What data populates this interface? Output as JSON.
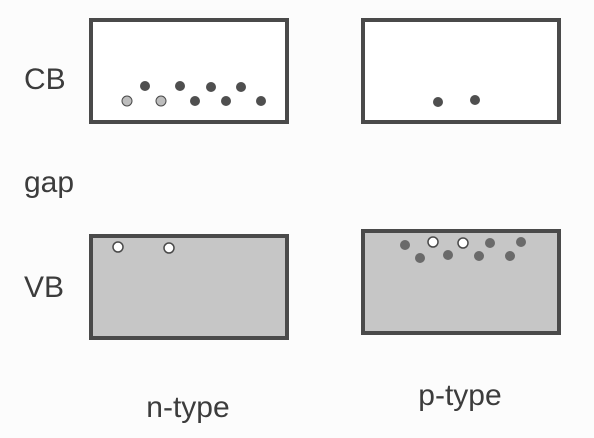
{
  "rows": {
    "cb": "CB",
    "gap": "gap",
    "vb": "VB"
  },
  "columns": {
    "n": "n-type",
    "p": "p-type"
  },
  "colors": {
    "border": "#4a4a4a",
    "empty_band_fill": "#ffffff",
    "filled_band_fill": "#c6c6c6",
    "electron": "#4f4f4f",
    "hole": "#ffffff",
    "light_dot": "#bdbdbd",
    "text": "#3c3c3c"
  }
}
